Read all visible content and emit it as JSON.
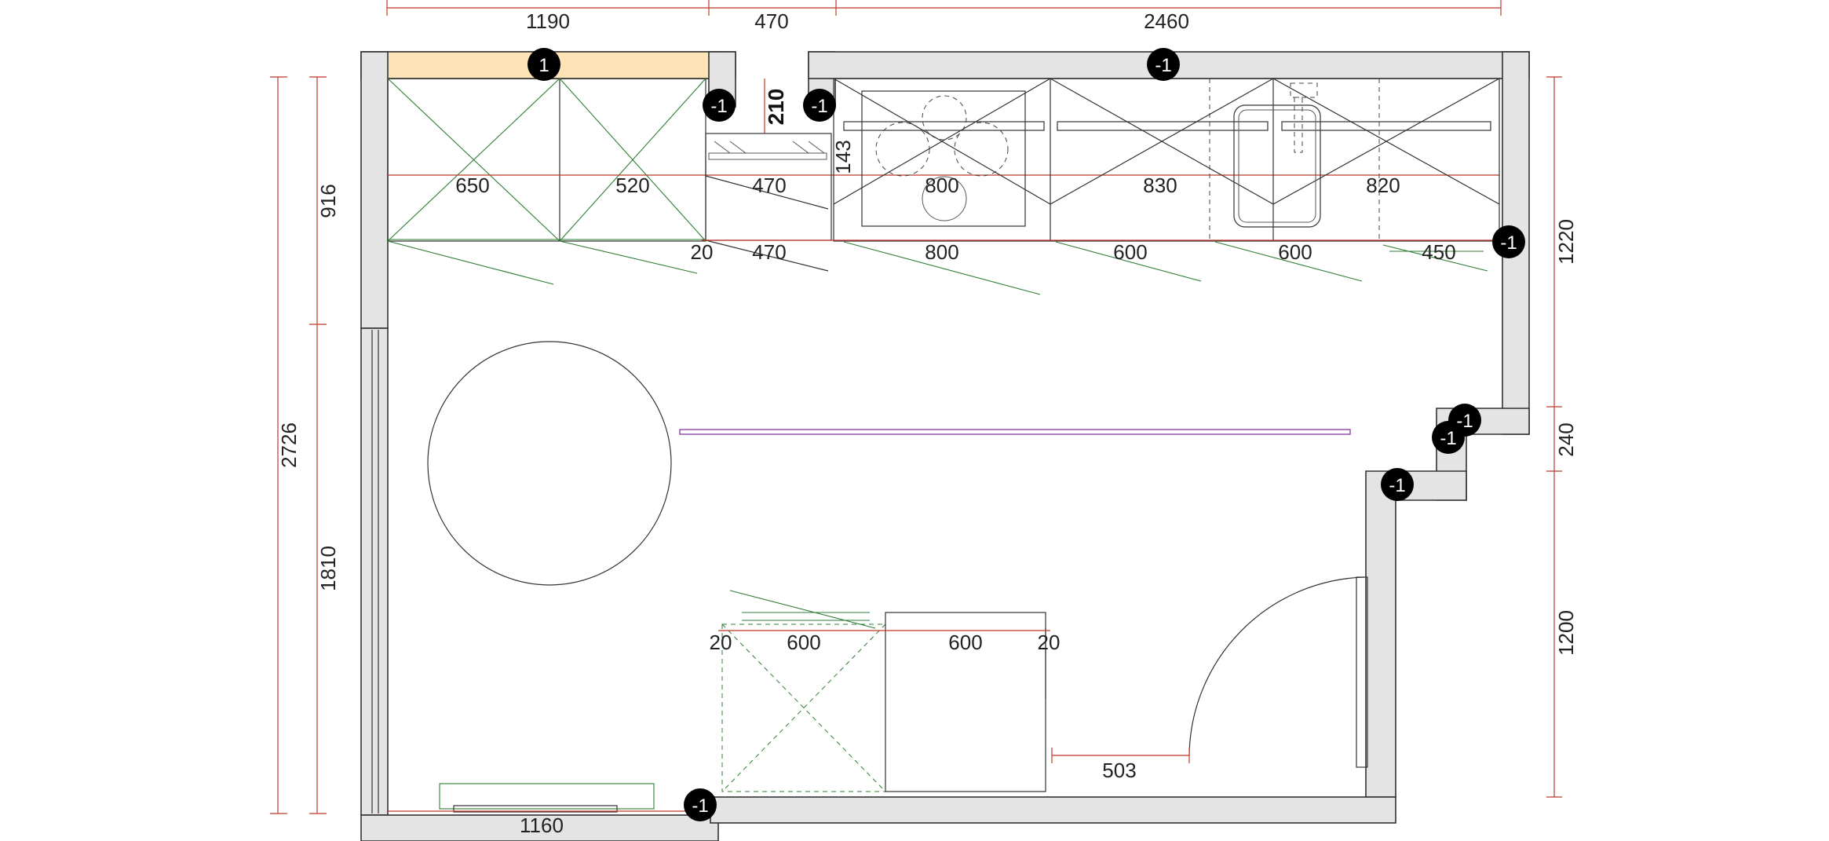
{
  "plan": {
    "top_dims": [
      "1190",
      "470",
      "2460"
    ],
    "left_dims": [
      "916",
      "2726",
      "1810"
    ],
    "right_dims": [
      "1220",
      "240",
      "1200"
    ],
    "upper_cabinet_dims": [
      "650",
      "520",
      "470",
      "800",
      "830",
      "820"
    ],
    "base_cabinet_dims": [
      "20",
      "470",
      "800",
      "600",
      "600",
      "450"
    ],
    "niche_dims": [
      "210",
      "143"
    ],
    "bottom_cabinet_dims": [
      "20",
      "600",
      "600",
      "20"
    ],
    "door_gap_dim": "503",
    "bottom_wall_dim": "1160",
    "level_markers": [
      "1",
      "-1"
    ]
  },
  "colors": {
    "wall_fill": "#e4e4e4",
    "highlight_fill": "#fde3b5",
    "dimension_line": "#c0392b",
    "cabinet_line": "#2e7d32",
    "marker_fill": "#000000",
    "beam_line": "#8e44ad"
  }
}
